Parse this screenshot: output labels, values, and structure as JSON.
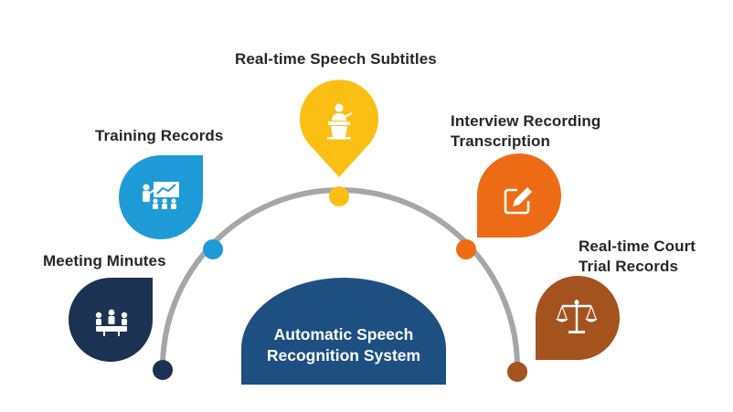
{
  "title": [
    "Automatic Speech",
    "Recognition System"
  ],
  "nodes": [
    {
      "id": "meeting-minutes",
      "label": [
        "Meeting Minutes"
      ],
      "color": "#1c3253",
      "icon": "meeting-icon"
    },
    {
      "id": "training-records",
      "label": [
        "Training Records"
      ],
      "color": "#1e9bd7",
      "icon": "training-icon"
    },
    {
      "id": "realtime-speech-subtitles",
      "label": [
        "Real-time Speech Subtitles"
      ],
      "color": "#fbbf14",
      "icon": "speaker-podium-icon"
    },
    {
      "id": "interview-recording-transcription",
      "label": [
        "Interview Recording",
        "Transcription"
      ],
      "color": "#ee6b15",
      "icon": "edit-note-icon"
    },
    {
      "id": "realtime-court-trial-records",
      "label": [
        "Real-time Court",
        "Trial Records"
      ],
      "color": "#a4521e",
      "icon": "scales-of-justice-icon"
    }
  ],
  "arc_color": "#a6a6a6"
}
